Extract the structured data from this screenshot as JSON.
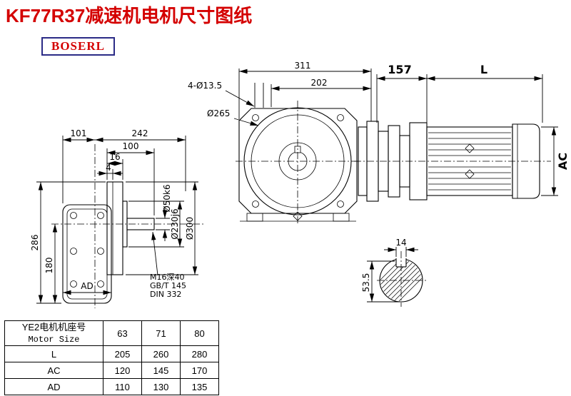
{
  "title": "KF77R37减速机电机尺寸图纸",
  "brand": {
    "logo_text": "BOSERL"
  },
  "views": {
    "front": {
      "dim_total_width": "311",
      "dim_width": "202",
      "holes_label": "4-Ø13.5",
      "flange_dia_label": "Ø265"
    },
    "motor": {
      "dim_adapter": "157",
      "dim_motor_length": "L",
      "dim_motor_height": "AC"
    },
    "side": {
      "dim_101": "101",
      "dim_242": "242",
      "dim_100": "100",
      "dim_16": "16",
      "dim_4": "4",
      "dim_height_total": "286",
      "dim_height_center": "180",
      "dim_ad": "AD",
      "shaft_dia": "Ø50k6",
      "spigot_dia": "Ø230j6",
      "flange_od": "Ø300",
      "tap_note_1": "M16深40",
      "tap_note_2": "GB/T 145",
      "tap_note_3": "DIN 332"
    },
    "shaft_section": {
      "key_width": "14",
      "key_height": "53.5"
    }
  },
  "table": {
    "header": {
      "cn": "YE2电机机座号",
      "en": "Motor Size"
    },
    "size_columns": [
      "63",
      "71",
      "80"
    ],
    "rows": [
      {
        "label": "L",
        "values": [
          "205",
          "260",
          "280"
        ]
      },
      {
        "label": "AC",
        "values": [
          "120",
          "145",
          "170"
        ]
      },
      {
        "label": "AD",
        "values": [
          "110",
          "130",
          "135"
        ]
      }
    ]
  }
}
